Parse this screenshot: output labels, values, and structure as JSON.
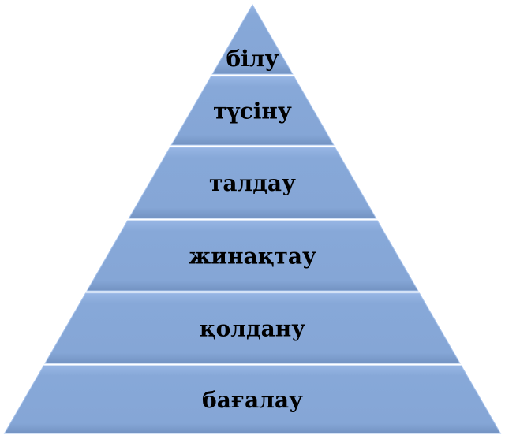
{
  "colors": {
    "fill": "#85a6d6",
    "light": "#a9c4ec",
    "dark": "#6f8fbd"
  },
  "levels": [
    {
      "label": "білу"
    },
    {
      "label": "түсіну"
    },
    {
      "label": "талдау"
    },
    {
      "label": "жинақтау"
    },
    {
      "label": "қолдану"
    },
    {
      "label": "бағалау"
    }
  ]
}
